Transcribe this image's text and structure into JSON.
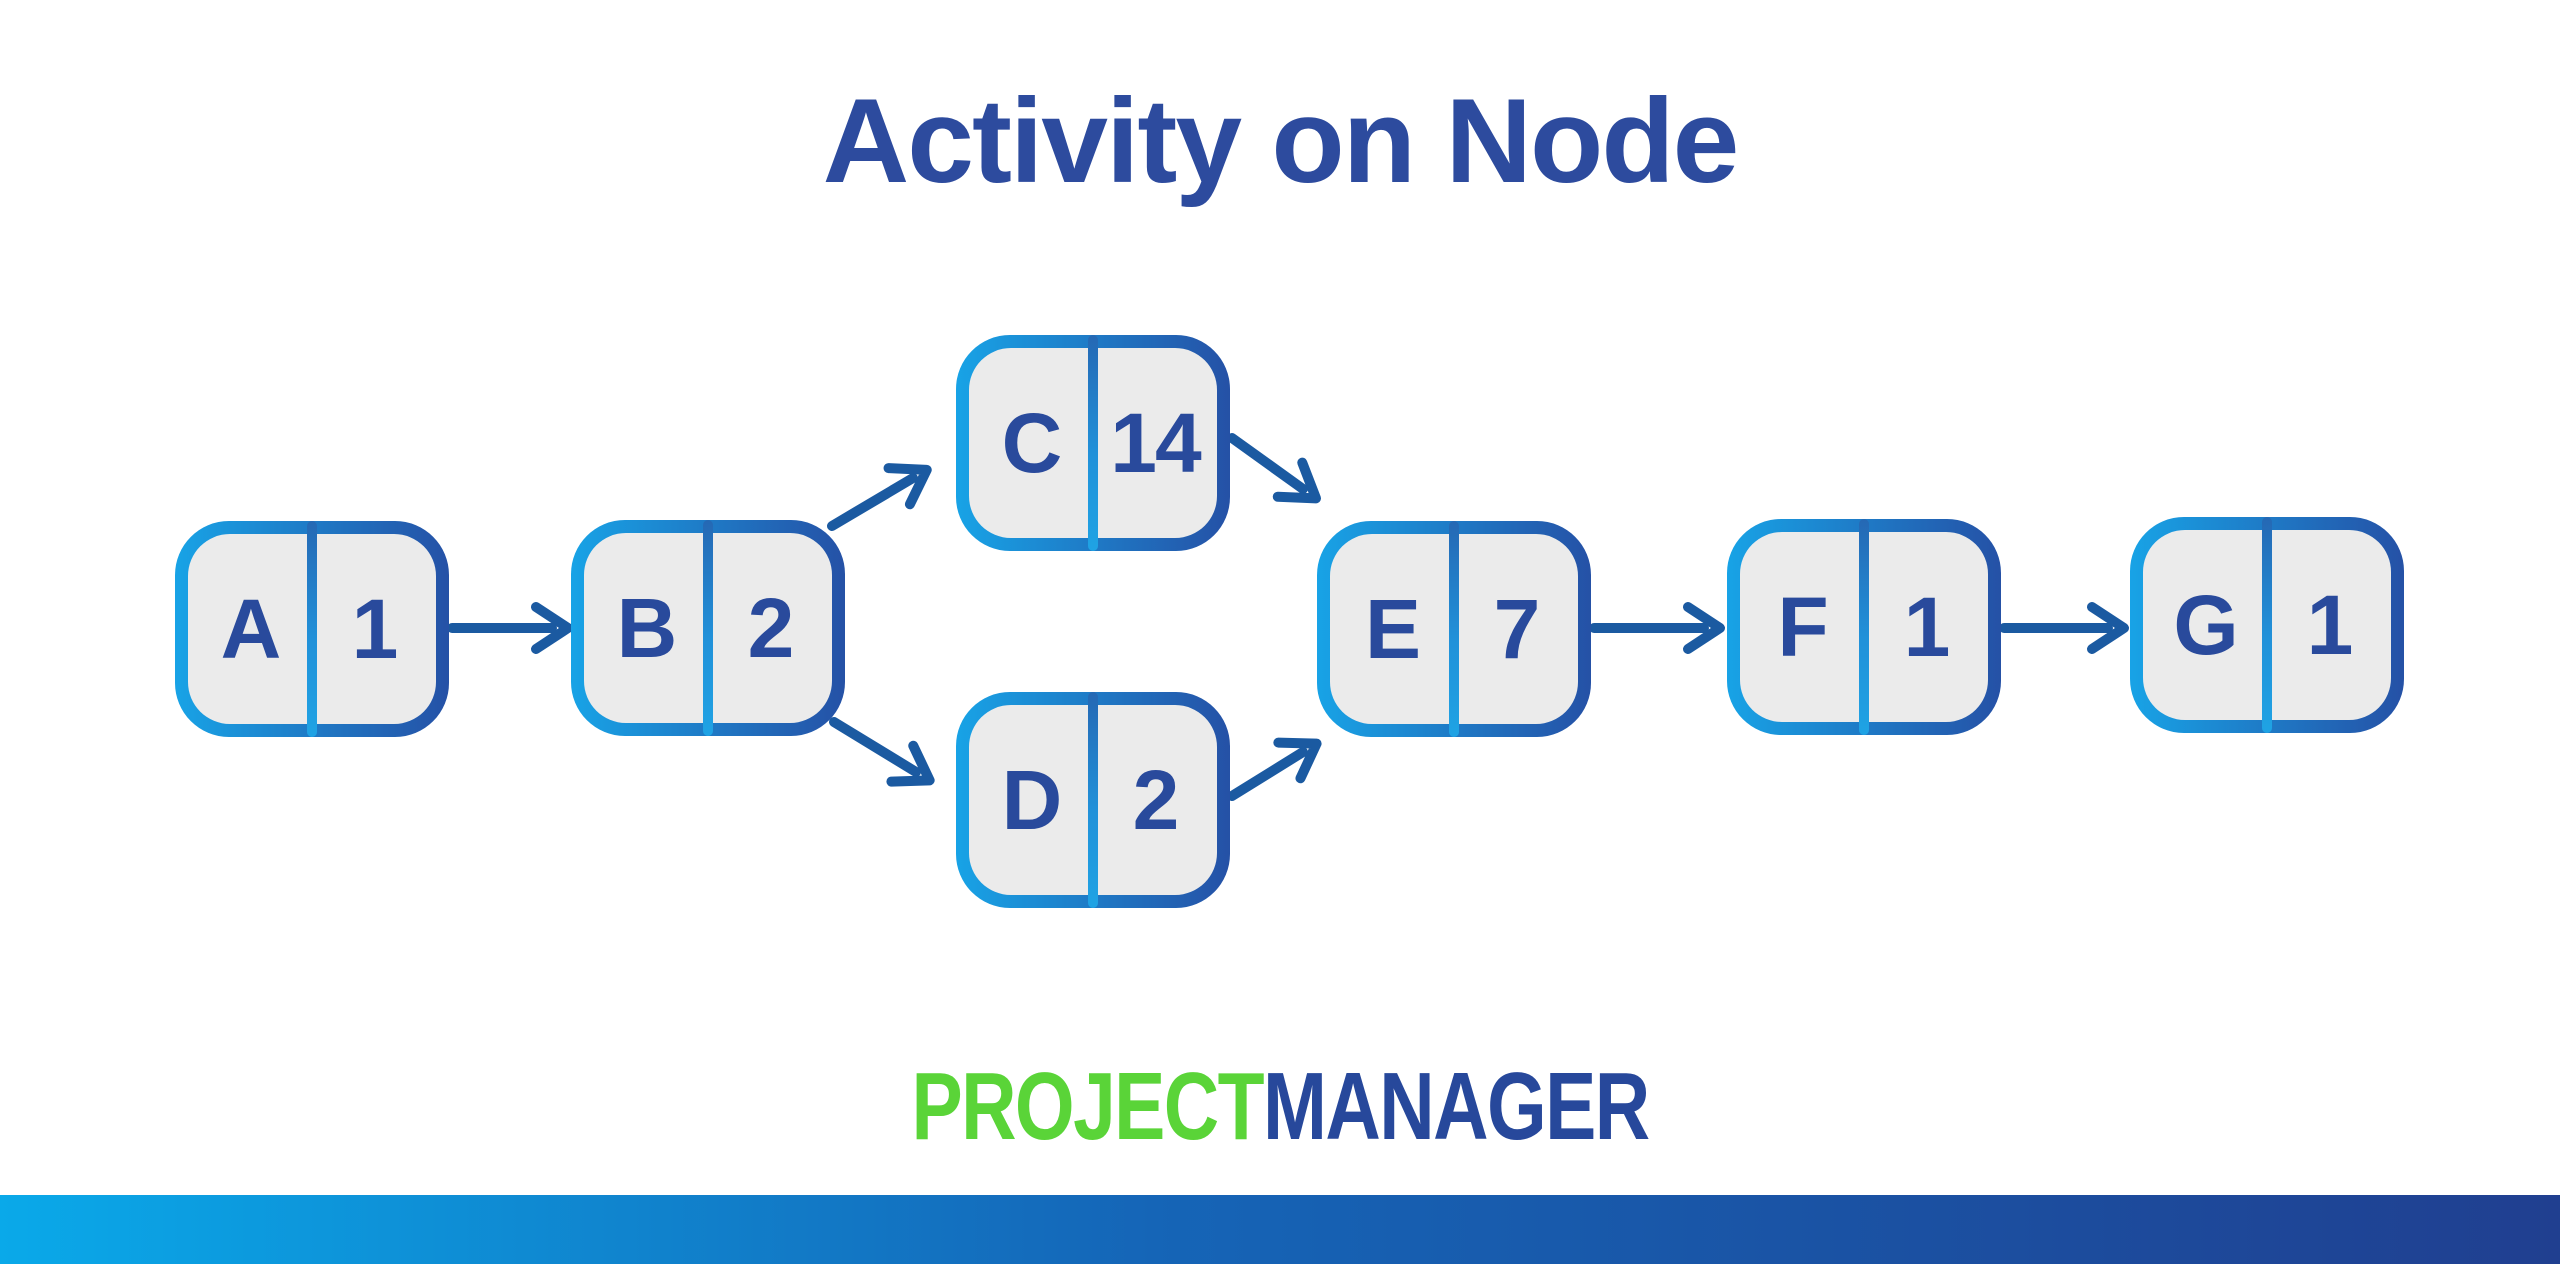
{
  "title": "Activity on Node",
  "diagram": {
    "type": "activity-on-node-network",
    "nodes": [
      {
        "id": "A",
        "label": "A",
        "duration": "1"
      },
      {
        "id": "B",
        "label": "B",
        "duration": "2"
      },
      {
        "id": "C",
        "label": "C",
        "duration": "14"
      },
      {
        "id": "D",
        "label": "D",
        "duration": "2"
      },
      {
        "id": "E",
        "label": "E",
        "duration": "7"
      },
      {
        "id": "F",
        "label": "F",
        "duration": "1"
      },
      {
        "id": "G",
        "label": "G",
        "duration": "1"
      }
    ],
    "edges": [
      {
        "from": "A",
        "to": "B"
      },
      {
        "from": "B",
        "to": "C"
      },
      {
        "from": "B",
        "to": "D"
      },
      {
        "from": "C",
        "to": "E"
      },
      {
        "from": "D",
        "to": "E"
      },
      {
        "from": "E",
        "to": "F"
      },
      {
        "from": "F",
        "to": "G"
      }
    ]
  },
  "brand": {
    "logo_part1": "PROJECT",
    "logo_part2": "MANAGER",
    "logo_green": "#5ad438",
    "logo_blue": "#27489b"
  },
  "colors": {
    "title_blue": "#2d4b9e",
    "node_border_gradient_start": "#18a3e6",
    "node_border_gradient_end": "#2551a6",
    "node_fill": "#ebebeb",
    "node_divider_blue": "#2191d9",
    "node_text_navy": "#294a9c",
    "arrow_blue": "#1b5aa1",
    "footer_gradient_start": "#0aa9e9",
    "footer_gradient_end": "#203f90"
  }
}
